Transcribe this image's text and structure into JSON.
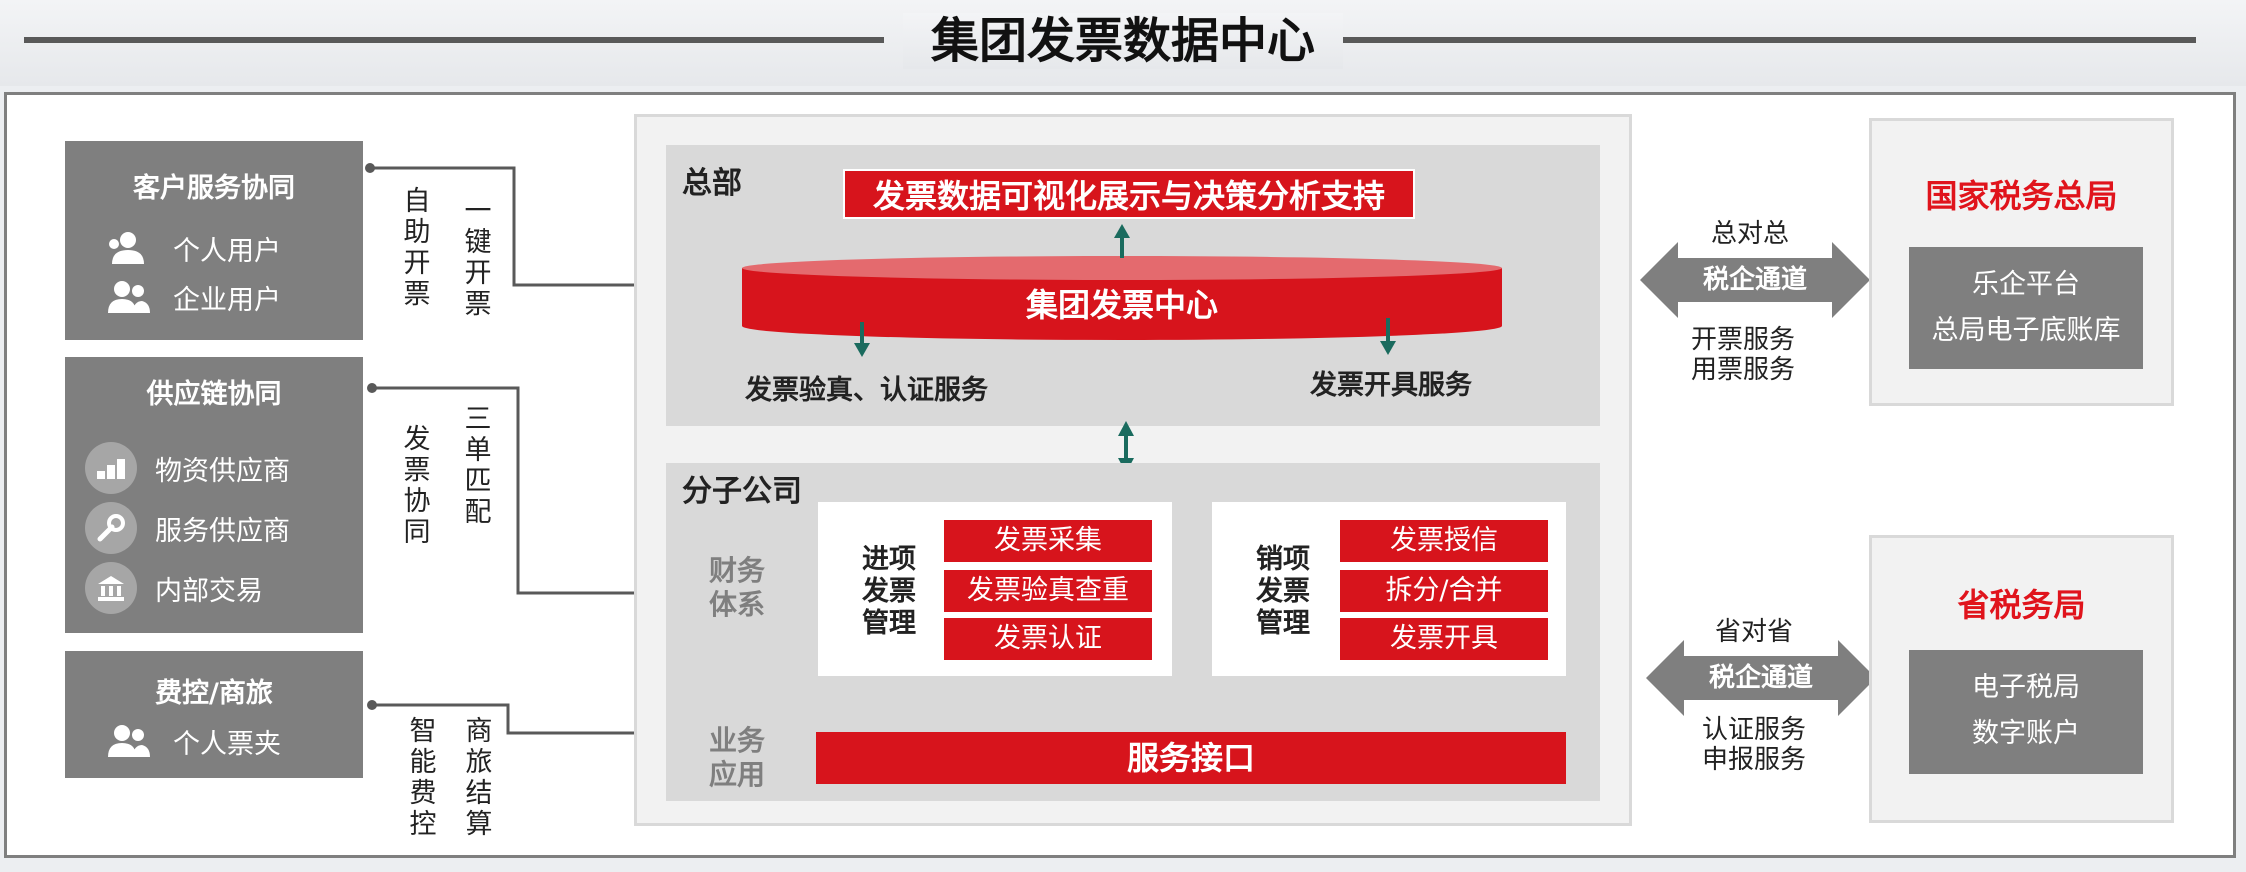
{
  "title": "集团发票数据中心",
  "left": {
    "customer": {
      "title": "客户服务协同",
      "items": [
        {
          "label": "个人用户",
          "icon": "person-icon"
        },
        {
          "label": "企业用户",
          "icon": "group-icon"
        }
      ],
      "conn_left": "自助开票",
      "conn_right": "一键开票"
    },
    "supply": {
      "title": "供应链协同",
      "items": [
        {
          "label": "物资供应商",
          "icon": "coins-icon"
        },
        {
          "label": "服务供应商",
          "icon": "wrench-icon"
        },
        {
          "label": "内部交易",
          "icon": "bank-icon"
        }
      ],
      "conn_left": "发票协同",
      "conn_right": "三单匹配"
    },
    "travel": {
      "title": "费控/商旅",
      "items": [
        {
          "label": "个人票夹",
          "icon": "group-icon"
        }
      ],
      "conn_left": "智能费控",
      "conn_right": "商旅结算"
    }
  },
  "hq": {
    "label": "总部",
    "top_bar": "发票数据可视化展示与决策分析支持",
    "center": "集团发票中心",
    "left_service": "发票验真、认证服务",
    "right_service": "发票开具服务"
  },
  "branch": {
    "label": "分子公司",
    "finance_label": "财务体系",
    "business_label": "业务应用",
    "input_mgmt": {
      "label": "进项发票管理",
      "items": [
        "发票采集",
        "发票验真查重",
        "发票认证"
      ]
    },
    "output_mgmt": {
      "label": "销项发票管理",
      "items": [
        "发票授信",
        "拆分/合并",
        "发票开具"
      ]
    },
    "service_bar": "服务接口"
  },
  "right": {
    "national": {
      "title": "国家税务总局",
      "lines": [
        "乐企平台",
        "总局电子底账库"
      ],
      "arrow_top": "总对总",
      "arrow_label": "税企通道",
      "arrow_bottom": [
        "开票服务",
        "用票服务"
      ]
    },
    "provincial": {
      "title": "省税务局",
      "lines": [
        "电子税局",
        "数字账户"
      ],
      "arrow_top": "省对省",
      "arrow_label": "税企通道",
      "arrow_bottom": [
        "认证服务",
        "申报服务"
      ]
    }
  },
  "colors": {
    "accent_red": "#d7141c",
    "arrow_teal": "#1a6b5e",
    "box_grey": "#7f7f7f",
    "panel_grey": "#d9d9d9"
  }
}
